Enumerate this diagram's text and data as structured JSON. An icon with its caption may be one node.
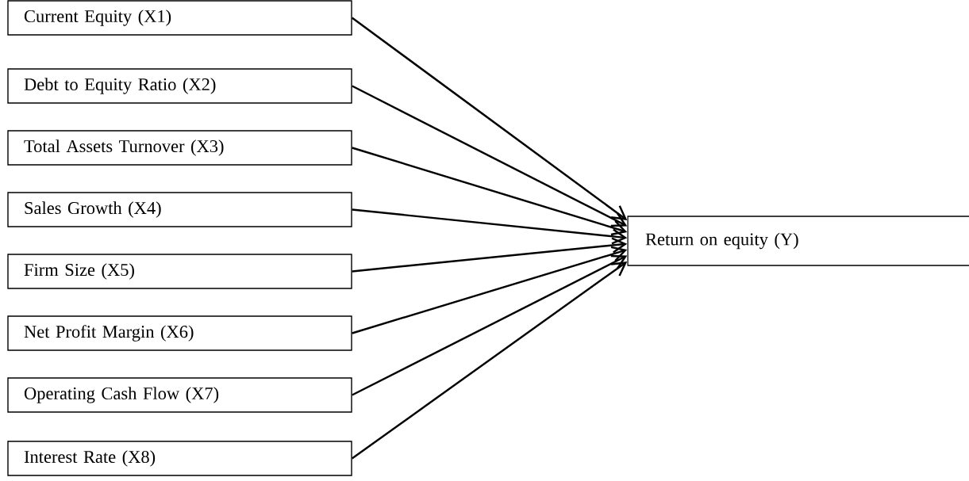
{
  "diagram": {
    "nodes": [
      {
        "text": [
          "Current Equity (X1)"
        ]
      },
      {
        "text": [
          "Debt to Equity Ratio (X2)"
        ]
      },
      {
        "text": [
          "Total Assets Turnover (X3)"
        ]
      },
      {
        "text": [
          "Sales Growth (X4)"
        ]
      },
      {
        "text": [
          "Firm Size (X5)"
        ]
      },
      {
        "text": [
          "Net Profit Margin (X6)"
        ]
      },
      {
        "text": [
          "Operating Cash Flow (X7)"
        ]
      },
      {
        "text": [
          "Interest Rate (X8)"
        ]
      },
      {
        "text": [
          "Return on equity (Y)"
        ]
      }
    ],
    "edges": [
      {
        "from": 0,
        "to": 8,
        "arrow": "to"
      },
      {
        "from": 1,
        "to": 8,
        "arrow": "to"
      },
      {
        "from": 2,
        "to": 8,
        "arrow": "to"
      },
      {
        "from": 3,
        "to": 8,
        "arrow": "to"
      },
      {
        "from": 4,
        "to": 8,
        "arrow": "to"
      },
      {
        "from": 5,
        "to": 8,
        "arrow": "to"
      },
      {
        "from": 6,
        "to": 8,
        "arrow": "to"
      },
      {
        "from": 7,
        "to": 8,
        "arrow": "to"
      }
    ]
  }
}
